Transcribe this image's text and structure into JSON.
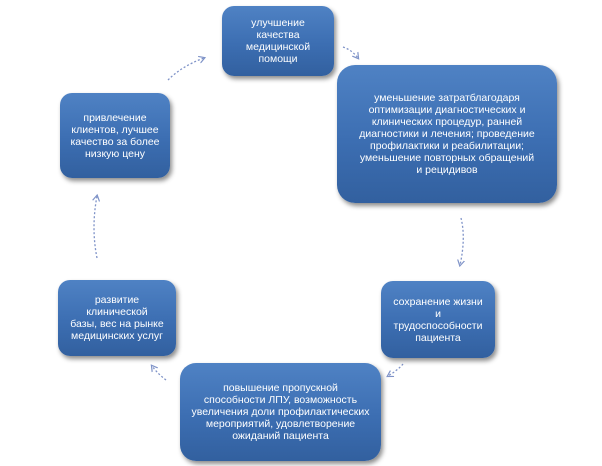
{
  "diagram": {
    "nodes": [
      {
        "id": "top",
        "lines": [
          "улучшение качества",
          "медицинской",
          "помощи"
        ]
      },
      {
        "id": "right-big",
        "lines": [
          "уменьшение затратблагодаря",
          "оптимизации диагностических и",
          "клинических процедур, ранней",
          "диагностики и лечения; проведение",
          "профилактики и реабилитации;",
          "уменьшение повторных обращений",
          "и рецидивов"
        ]
      },
      {
        "id": "right-mid",
        "lines": [
          "сохранение жизни и",
          "трудоспособности",
          "пациента"
        ]
      },
      {
        "id": "bottom",
        "lines": [
          "повышение пропускной",
          "способности ЛПУ, возможность",
          "увеличения доли профилактических",
          "мероприятий, удовлетворение",
          "ожиданий пациента"
        ]
      },
      {
        "id": "left-low",
        "lines": [
          "развитие",
          "клинической",
          "базы, вес на рынке",
          "медицинских услуг"
        ]
      },
      {
        "id": "left-up",
        "lines": [
          "привлечение",
          "клиентов, лучшее",
          "качество за более",
          "низкую цену"
        ]
      }
    ],
    "edges": [
      {
        "from": "top",
        "to": "right-big"
      },
      {
        "from": "right-big",
        "to": "right-mid"
      },
      {
        "from": "right-mid",
        "to": "bottom"
      },
      {
        "from": "bottom",
        "to": "left-low"
      },
      {
        "from": "left-low",
        "to": "left-up"
      },
      {
        "from": "left-up",
        "to": "top"
      }
    ],
    "colors": {
      "box": "#3f71b5",
      "text": "#ffffff",
      "arrow": "#7f93c8"
    }
  }
}
